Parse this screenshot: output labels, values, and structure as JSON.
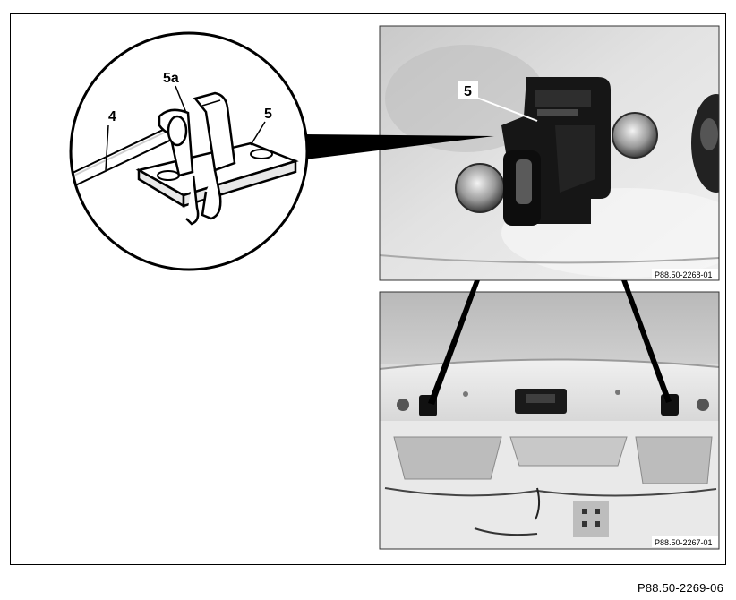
{
  "figure": {
    "figure_ref": "P88.50-2269-06",
    "detail_photo": {
      "ref": "P88.50-2268-01",
      "callout": "5"
    },
    "overview_photo": {
      "ref": "P88.50-2267-01"
    },
    "inset_drawing": {
      "label_cable": "4",
      "label_clip": "5a",
      "label_bracket": "5"
    }
  }
}
